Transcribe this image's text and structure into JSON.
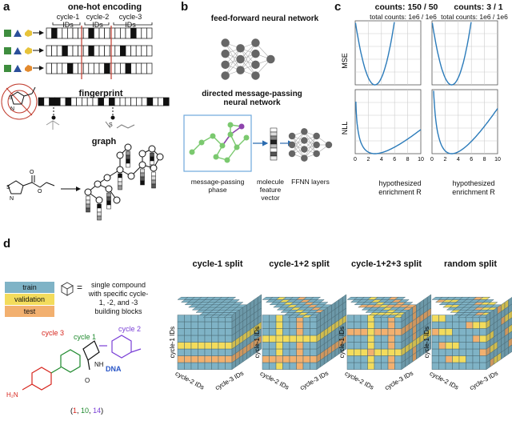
{
  "panel_labels": {
    "a": "a",
    "b": "b",
    "c": "c",
    "d": "d"
  },
  "panel_a": {
    "onehot_title": "one-hot encoding",
    "cycle1": "cycle-1 IDs",
    "cycle2": "cycle-2 IDs",
    "cycle3": "cycle-3 IDs",
    "fingerprint_title": "fingerprint",
    "graph_title": "graph"
  },
  "panel_b": {
    "ffnn_title": "feed-forward neural network",
    "dmpnn_title": "directed message-passing neural network",
    "mp_phase": "message-passing phase",
    "mol_vec": "molecule feature vector",
    "ffnn_layers": "FFNN layers"
  },
  "panel_c": {
    "left_title": "counts: 150 / 50",
    "left_sub": "total counts: 1e6 / 1e6",
    "right_title": "counts: 3 / 1",
    "right_sub": "total counts: 1e6 / 1e6",
    "mse_label": "MSE",
    "nll_label": "NLL",
    "xlabel": "hypothesized enrichment R",
    "xticks": [
      "0",
      "2",
      "4",
      "6",
      "8",
      "10"
    ],
    "line_color": "#2b7bba"
  },
  "panel_d": {
    "legend": [
      {
        "label": "train",
        "color": "#7fb3c6"
      },
      {
        "label": "validation",
        "color": "#f3dc5c"
      },
      {
        "label": "test",
        "color": "#f2b06f"
      }
    ],
    "compound_desc": "single compound with specific cycle-1, -2, and -3 building blocks",
    "equals": "=",
    "splits": [
      "cycle-1 split",
      "cycle-1+2 split",
      "cycle-1+2+3 split",
      "random split"
    ],
    "axis_c1": "cycle-1 IDs",
    "axis_c2": "cycle-2 IDs",
    "axis_c3": "cycle-3 IDs",
    "cycle1_label": "cycle 1",
    "cycle2_label": "cycle 2",
    "cycle3_label": "cycle 3",
    "nh": "NH",
    "dna": "DNA",
    "o": "O",
    "h2n": "H₂N",
    "ids_prefix": "(",
    "id1": "1",
    "sep1": ", ",
    "id2": "10",
    "sep2": ", ",
    "id3": "14",
    "ids_suffix": ")"
  }
}
